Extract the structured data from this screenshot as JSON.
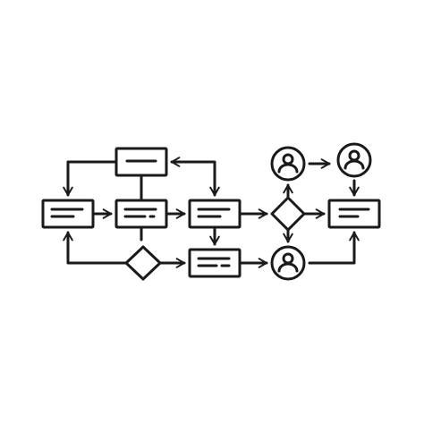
{
  "diagram": {
    "type": "process-flowchart",
    "colors": {
      "stroke": "#1a1a1a",
      "background": "#ffffff"
    },
    "nodes": [
      {
        "id": "box-top",
        "shape": "rectangle",
        "content": "placeholder-lines"
      },
      {
        "id": "box-left",
        "shape": "rectangle",
        "content": "placeholder-lines"
      },
      {
        "id": "box-mid",
        "shape": "rectangle",
        "content": "placeholder-lines"
      },
      {
        "id": "box-center",
        "shape": "rectangle",
        "content": "placeholder-lines"
      },
      {
        "id": "box-bottom",
        "shape": "rectangle",
        "content": "placeholder-lines"
      },
      {
        "id": "box-right",
        "shape": "rectangle",
        "content": "placeholder-lines"
      },
      {
        "id": "decision-bottom",
        "shape": "diamond"
      },
      {
        "id": "decision-right",
        "shape": "diamond"
      },
      {
        "id": "user-top-left",
        "shape": "circle",
        "icon": "user-icon"
      },
      {
        "id": "user-top-right",
        "shape": "circle",
        "icon": "user-icon"
      },
      {
        "id": "user-bottom",
        "shape": "circle",
        "icon": "user-icon"
      }
    ],
    "edges": [
      {
        "from": "box-top",
        "to": "box-left",
        "arrow": true
      },
      {
        "from": "box-top",
        "to": "box-center",
        "arrow": true,
        "bidirectional": true
      },
      {
        "from": "box-top",
        "to": "box-mid",
        "arrow": false
      },
      {
        "from": "box-left",
        "to": "box-mid",
        "arrow": true
      },
      {
        "from": "box-mid",
        "to": "box-center",
        "arrow": true
      },
      {
        "from": "box-mid",
        "to": "decision-bottom",
        "arrow": false
      },
      {
        "from": "decision-bottom",
        "to": "box-left",
        "arrow": true
      },
      {
        "from": "decision-bottom",
        "to": "box-bottom",
        "arrow": true
      },
      {
        "from": "box-center",
        "to": "box-bottom",
        "arrow": true
      },
      {
        "from": "box-center",
        "to": "decision-right",
        "arrow": true
      },
      {
        "from": "box-bottom",
        "to": "user-bottom",
        "arrow": true
      },
      {
        "from": "decision-right",
        "to": "user-top-left",
        "arrow": true
      },
      {
        "from": "decision-right",
        "to": "user-bottom",
        "arrow": true
      },
      {
        "from": "decision-right",
        "to": "box-right",
        "arrow": true
      },
      {
        "from": "user-top-left",
        "to": "user-top-right",
        "arrow": true
      },
      {
        "from": "user-top-right",
        "to": "box-right",
        "arrow": true
      },
      {
        "from": "user-bottom",
        "to": "box-right",
        "arrow": true
      }
    ]
  }
}
